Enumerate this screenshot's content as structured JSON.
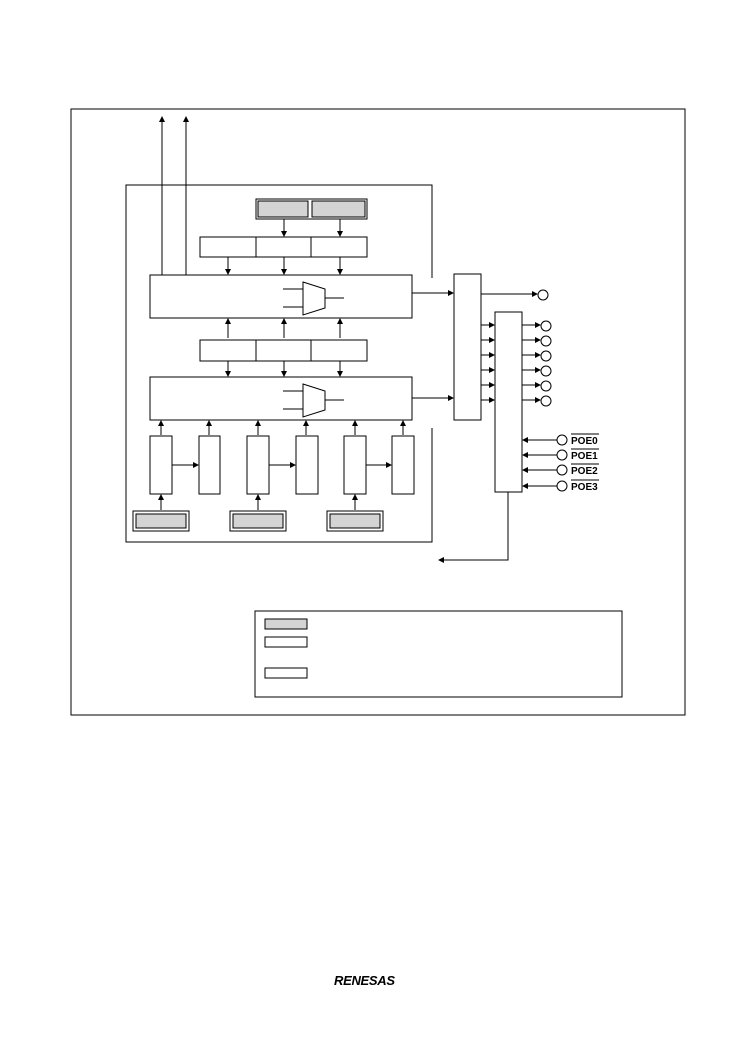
{
  "pins": {
    "poe": [
      "POE0",
      "POE1",
      "POE2",
      "POE3"
    ]
  },
  "footer": {
    "logo_text": "RENESAS"
  },
  "colors": {
    "line": "#000000",
    "shaded_block": "#d4d4d4",
    "background": "#ffffff"
  }
}
